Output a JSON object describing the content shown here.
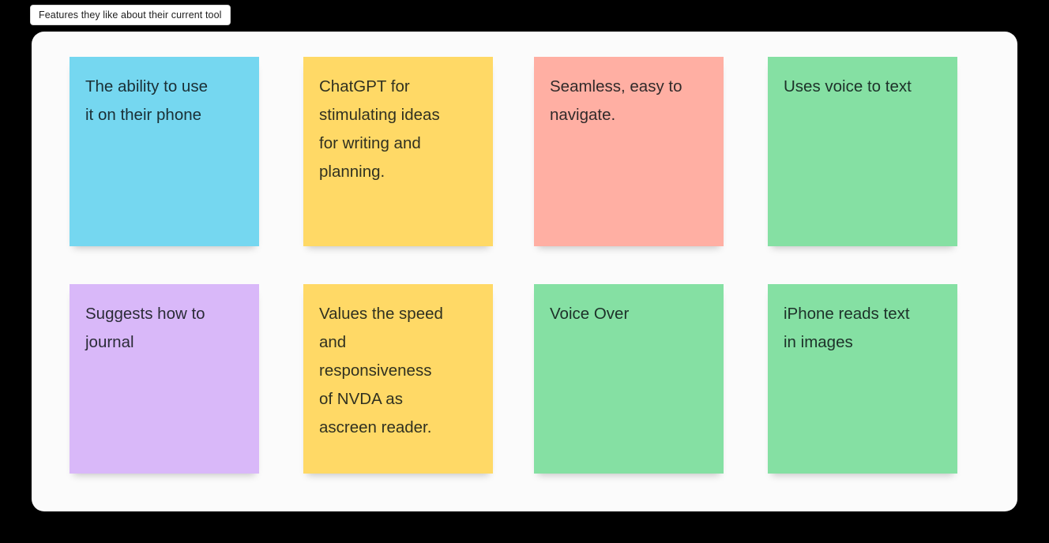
{
  "tag": {
    "label": "Features they like about their current tool"
  },
  "board": {
    "background": "#FBFBFB"
  },
  "palette": {
    "light_blue": "#75D7F0",
    "yellow": "#FFD966",
    "salmon": "#FFAFA3",
    "green": "#85E0A3",
    "violet": "#D9B8F9"
  },
  "notes": [
    {
      "text": "The ability to use\nit on their phone",
      "color": "#75D7F0"
    },
    {
      "text": "ChatGPT for\nstimulating ideas\nfor writing and\nplanning.",
      "color": "#FFD966"
    },
    {
      "text": "Seamless, easy to\nnavigate.",
      "color": "#FFAFA3"
    },
    {
      "text": "Uses voice to text",
      "color": "#85E0A3"
    },
    {
      "text": "Suggests how to\njournal",
      "color": "#D9B8F9"
    },
    {
      "text": "Values the speed\nand\nresponsiveness\nof NVDA as\nascreen reader.",
      "color": "#FFD966"
    },
    {
      "text": "Voice Over",
      "color": "#85E0A3"
    },
    {
      "text": "iPhone reads text\nin images",
      "color": "#85E0A3"
    }
  ]
}
